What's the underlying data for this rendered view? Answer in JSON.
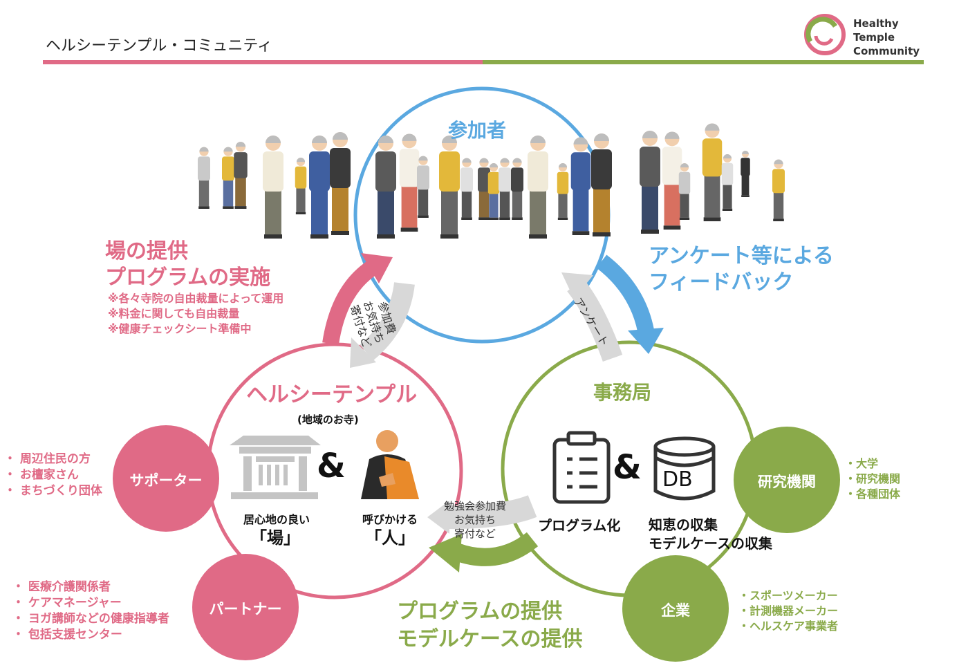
{
  "header": {
    "title": "ヘルシーテンプル・コミュニティ",
    "logo_lines": [
      "Healthy",
      "Temple",
      "Community"
    ]
  },
  "colors": {
    "pink": "#e06a86",
    "blue": "#5aa8e0",
    "green": "#8aaa4a",
    "gray_arrow": "#d8d8d8",
    "temple_gray": "#c4c4c4",
    "monk_orange": "#e98a2a"
  },
  "participants": {
    "title": "参加者"
  },
  "temple": {
    "title": "ヘルシーテンプル",
    "subtitle": "(地域のお寺)",
    "place_label": "居心地の良い",
    "place_word": "「場」",
    "person_label": "呼びかける",
    "person_word": "「人」",
    "ampersand": "&"
  },
  "office": {
    "title": "事務局",
    "program_label": "プログラム化",
    "knowledge_lines": [
      "知恵の収集",
      "モデルケースの収集"
    ],
    "ampersand": "&",
    "db_label": "DB"
  },
  "left_callout": {
    "heading_lines": [
      "場の提供",
      "プログラムの実施"
    ],
    "notes": [
      "※各々寺院の自由裁量によって運用",
      "※料金に関しても自由裁量",
      "※健康チェックシート準備中"
    ]
  },
  "right_callout": {
    "heading_lines": [
      "アンケート等による",
      "フィードバック"
    ]
  },
  "bottom_callout": {
    "heading_lines": [
      "プログラムの提供",
      "モデルケースの提供"
    ]
  },
  "gray_arrows": {
    "fee_lines": [
      "参加費",
      "お気持ち",
      "寄付など"
    ],
    "survey": "アンケート",
    "study_lines": [
      "勉強会参加費",
      "お気持ち",
      "寄付など"
    ]
  },
  "supporter": {
    "label": "サポーター",
    "items": [
      "・ 周辺住民の方",
      "・ お檀家さん",
      "・ まちづくり団体"
    ]
  },
  "partner": {
    "label": "パートナー",
    "items": [
      "・  医療介護関係者",
      "・  ケアマネージャー",
      "・  ヨガ講師などの健康指導者",
      "・  包括支援センター"
    ]
  },
  "research": {
    "label": "研究機関",
    "items": [
      "・大学",
      "・研究機関",
      "・各種団体"
    ]
  },
  "company": {
    "label": "企業",
    "items": [
      "・スポーツメーカー",
      "・計測機器メーカー",
      "・ヘルスケア事業者"
    ]
  }
}
